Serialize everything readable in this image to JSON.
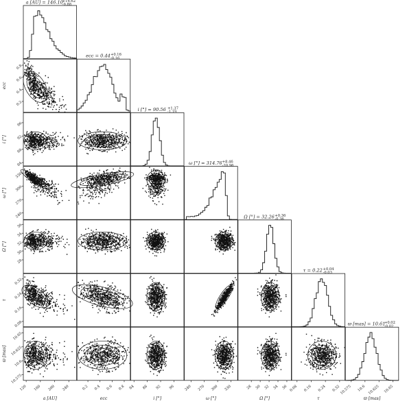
{
  "chart_data": {
    "type": "corner",
    "parameters": [
      {
        "key": "a",
        "axis_label": "a [AU]",
        "title": "a [AU] = 146.10",
        "title_sup": "+16.62",
        "title_sub": "-9.88",
        "range": [
          112,
          262
        ],
        "ticks": [
          120,
          160,
          200,
          240
        ],
        "median": 146.1,
        "hist_shape": "skewed-right"
      },
      {
        "key": "ecc",
        "axis_label": "ecc",
        "title": "ecc = 0.44",
        "title_sup": "+0.16",
        "title_sub": "-0.16",
        "range": [
          0.02,
          0.9
        ],
        "ticks": [
          0.2,
          0.4,
          0.6,
          0.8
        ],
        "median": 0.44,
        "hist_shape": "broad"
      },
      {
        "key": "i",
        "axis_label": "i [°]",
        "title": "i [°] = 90.56",
        "title_sup": "+1.37",
        "title_sub": "-1.19",
        "range": [
          83,
          99
        ],
        "ticks": [
          84,
          88,
          92,
          96
        ],
        "median": 90.56,
        "hist_shape": "narrow"
      },
      {
        "key": "omega",
        "axis_label": "ω [°]",
        "title": "ω [°] = 314.76",
        "title_sup": "+8.46",
        "title_sub": "-20.96",
        "range": [
          225,
          345
        ],
        "ticks": [
          240,
          270,
          300,
          330
        ],
        "median": 314.76,
        "hist_shape": "skewed-left"
      },
      {
        "key": "Omega",
        "axis_label": "Ω [°]",
        "title": "Ω [°] = 32.26",
        "title_sup": "+0.36",
        "title_sub": "-0.36",
        "range": [
          25,
          37
        ],
        "ticks": [
          28,
          30,
          32,
          34,
          36
        ],
        "median": 32.26,
        "hist_shape": "narrow"
      },
      {
        "key": "tau",
        "axis_label": "τ",
        "title": "τ = 0.22",
        "title_sup": "+0.04",
        "title_sub": "-0.03",
        "range": [
          0.05,
          0.35
        ],
        "ticks": [
          0.08,
          0.16,
          0.24,
          0.32
        ],
        "median": 0.22,
        "hist_shape": "normal"
      },
      {
        "key": "plx",
        "axis_label": "ϖ [mas]",
        "title": "ϖ [mas] = 10.61",
        "title_sup": "+0.02",
        "title_sub": "-0.02",
        "range": [
          10.565,
          10.66
        ],
        "ticks": [
          10.575,
          10.6,
          10.625,
          10.65
        ],
        "median": 10.61,
        "hist_shape": "normal"
      }
    ],
    "correlations": {
      "a-ecc": -0.8,
      "a-omega": -0.85,
      "ecc-omega": 0.5,
      "omega-tau": 0.95,
      "ecc-tau": -0.45,
      "a-tau": -0.6
    }
  }
}
